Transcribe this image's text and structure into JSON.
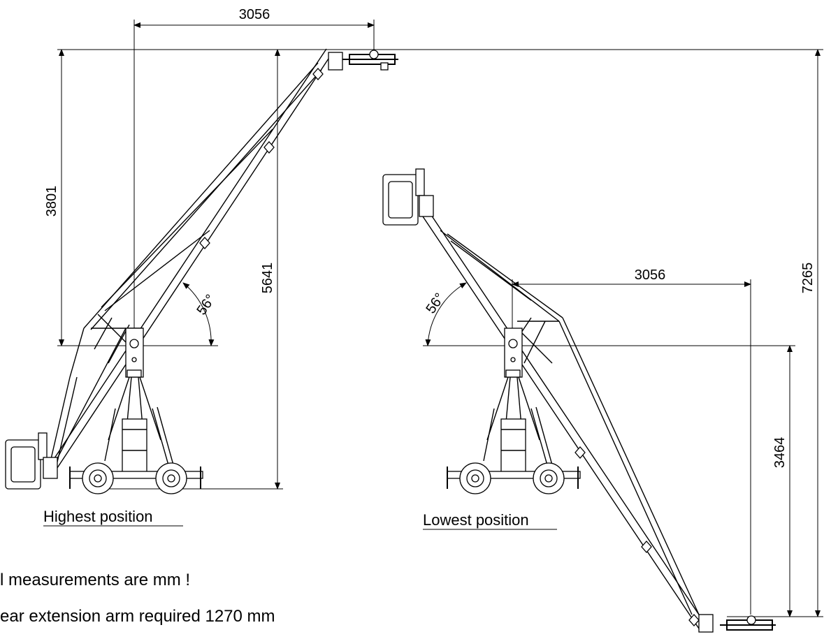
{
  "dimensions": {
    "top_reach": "3056",
    "lower_reach": "3056",
    "arm_above_pivot": "3801",
    "high_lens_height": "5641",
    "total_range": "7265",
    "low_depth": "3464",
    "angle_high": "56°",
    "angle_low": "56°"
  },
  "captions": {
    "highest": "Highest position",
    "lowest": "Lowest position"
  },
  "notes": {
    "line1": "l measurements are mm !",
    "line2": "ear extension arm required 1270 mm"
  }
}
